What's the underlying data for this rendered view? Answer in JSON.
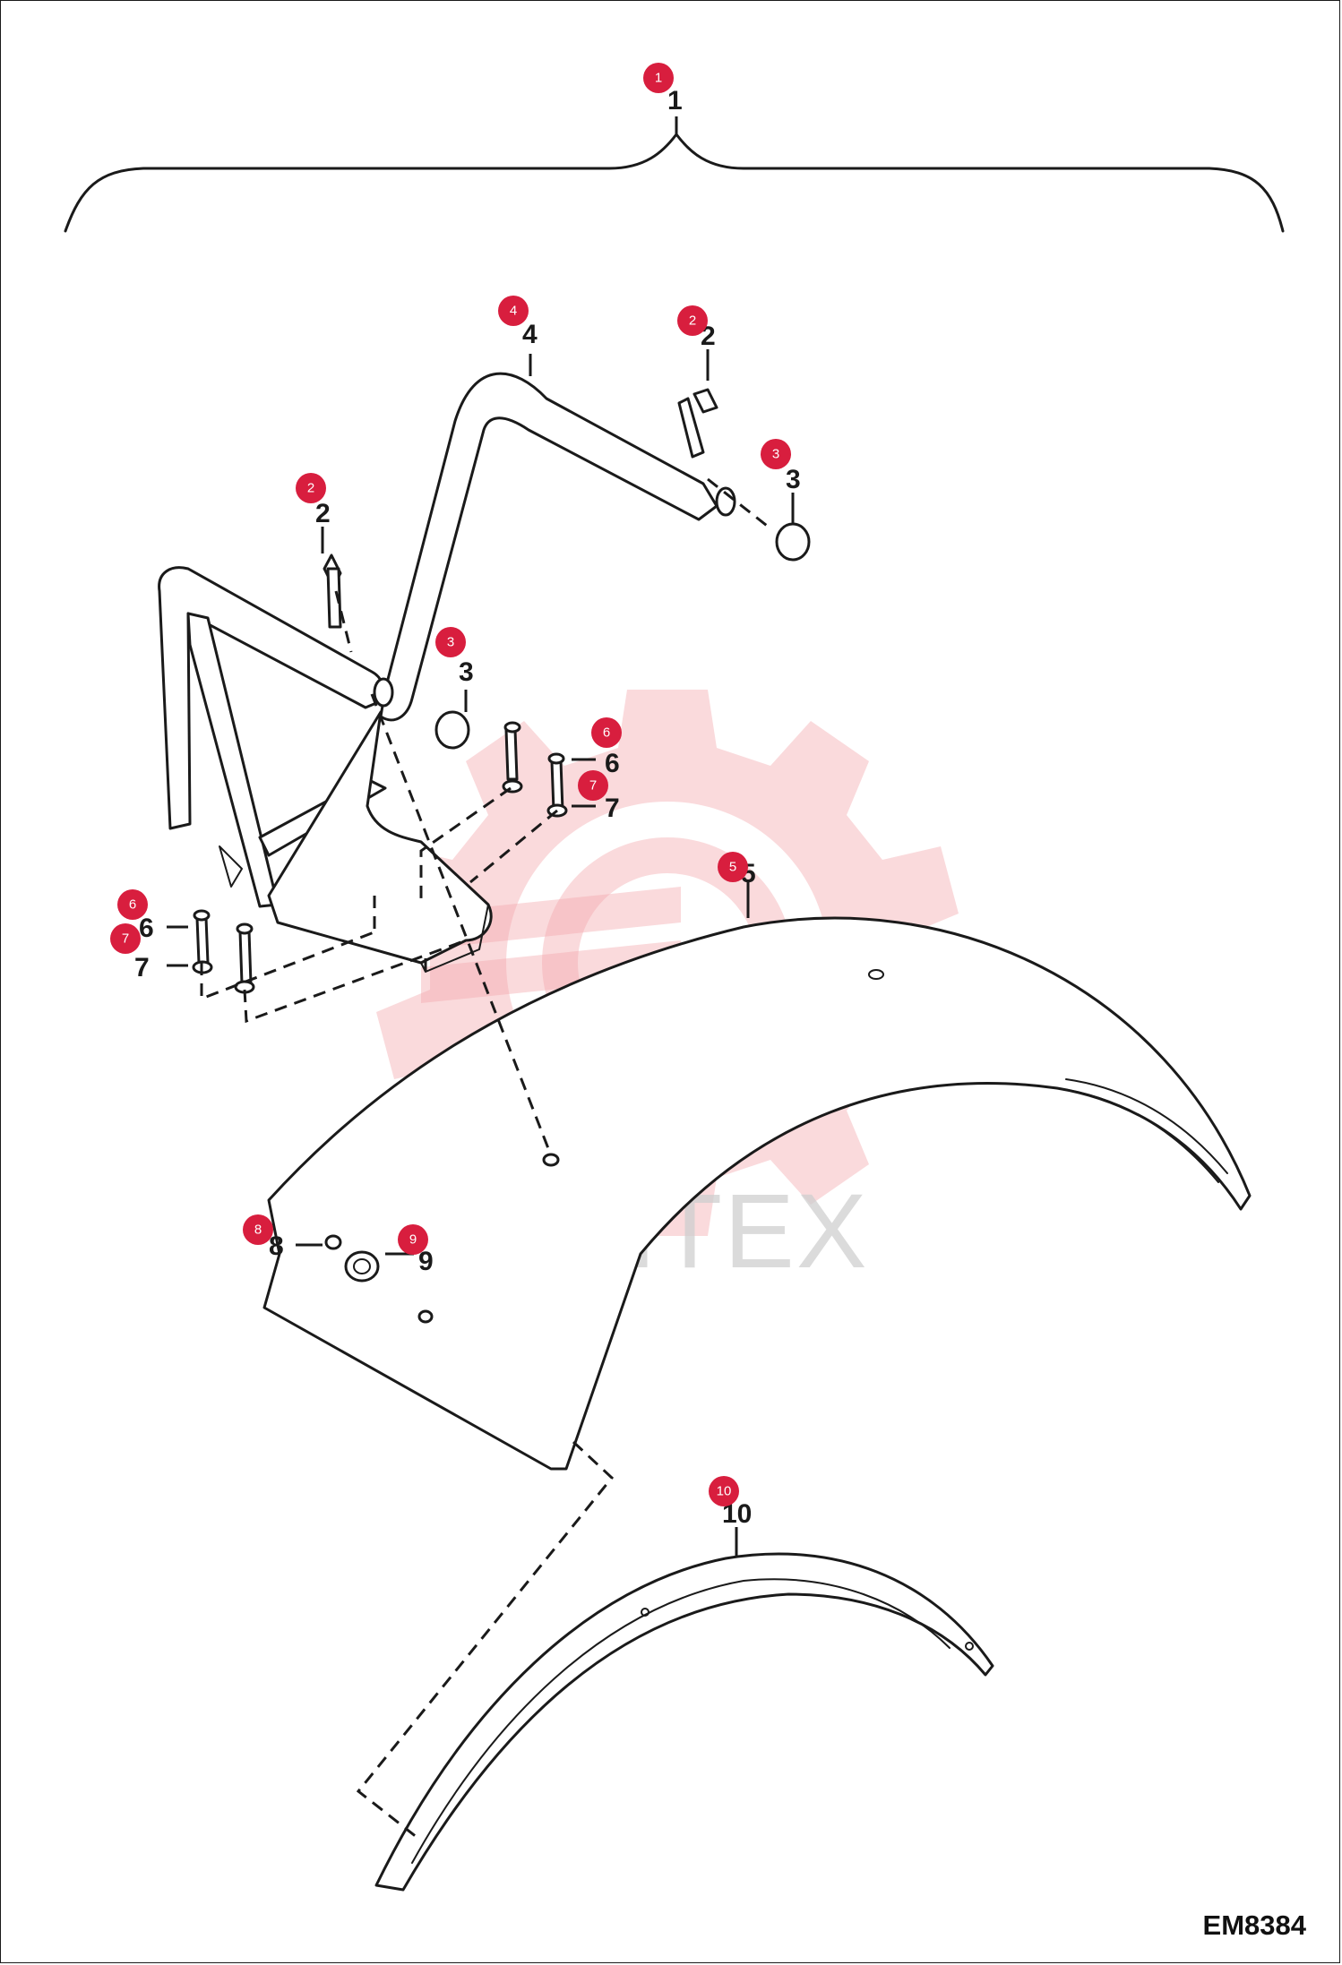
{
  "watermark": {
    "text": "ИНТЕХ",
    "icon": "gear-logo-icon",
    "color": "#f4a7ac"
  },
  "callouts": [
    {
      "badge": "1",
      "label": "1"
    },
    {
      "badge": "2",
      "label": "2"
    },
    {
      "badge": "2",
      "label": "2"
    },
    {
      "badge": "3",
      "label": "3"
    },
    {
      "badge": "3",
      "label": "3"
    },
    {
      "badge": "4",
      "label": "4"
    },
    {
      "badge": "5",
      "label": "5"
    },
    {
      "badge": "6",
      "label": "6"
    },
    {
      "badge": "6",
      "label": "6"
    },
    {
      "badge": "7",
      "label": "7"
    },
    {
      "badge": "7",
      "label": "7"
    },
    {
      "badge": "8",
      "label": "8"
    },
    {
      "badge": "9",
      "label": "9"
    },
    {
      "badge": "10",
      "label": "10"
    }
  ],
  "badge_color": "#d81e3e",
  "drawing_code": "EM8384"
}
